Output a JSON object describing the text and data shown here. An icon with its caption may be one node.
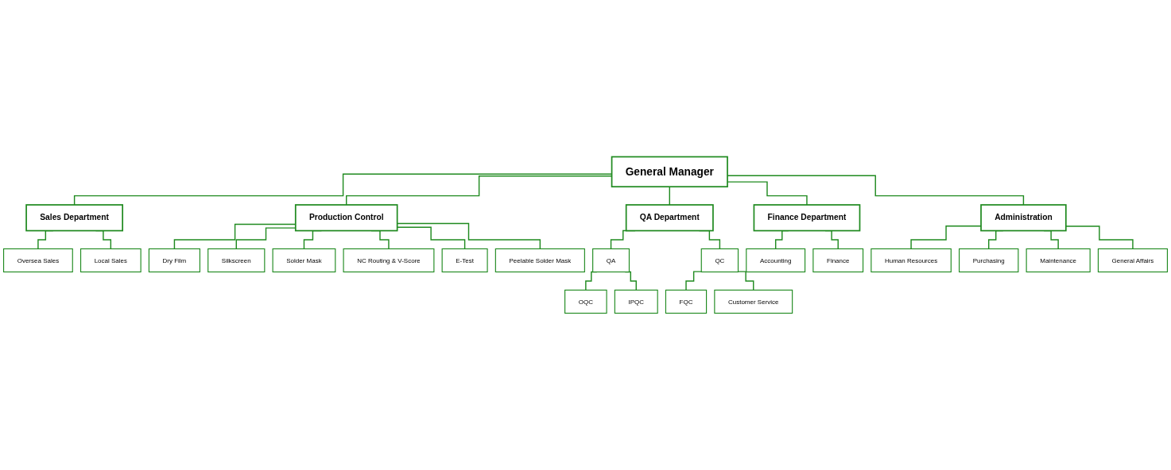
{
  "diagram": {
    "nodes": [
      {
        "text": [
          "General Manager"
        ]
      },
      {
        "text": [
          "Sales Department"
        ]
      },
      {
        "text": [
          "Production Control"
        ]
      },
      {
        "text": [
          "QA Department"
        ]
      },
      {
        "text": [
          "Finance Department"
        ]
      },
      {
        "text": [
          "Administration"
        ]
      },
      {
        "text": [
          "Oversea Sales"
        ]
      },
      {
        "text": [
          "Local Sales"
        ]
      },
      {
        "text": [
          "Dry Film"
        ]
      },
      {
        "text": [
          "Silkscreen"
        ]
      },
      {
        "text": [
          "Solder Mask"
        ]
      },
      {
        "text": [
          "NC Routing & V-Score"
        ]
      },
      {
        "text": [
          "E-Test"
        ]
      },
      {
        "text": [
          "Peelable Solder Mask"
        ]
      },
      {
        "text": [
          "QA"
        ]
      },
      {
        "text": [
          "OQC"
        ]
      },
      {
        "text": [
          "IPQC"
        ]
      },
      {
        "text": [
          "QC"
        ]
      },
      {
        "text": [
          "FQC"
        ]
      },
      {
        "text": [
          "Customer Service"
        ]
      },
      {
        "text": [
          "Accounting"
        ]
      },
      {
        "text": [
          "Finance"
        ]
      },
      {
        "text": [
          "Human Resources"
        ]
      },
      {
        "text": [
          "Purchasing"
        ]
      },
      {
        "text": [
          "Maintenance"
        ]
      },
      {
        "text": [
          "General Affairs"
        ]
      }
    ],
    "edges": [
      {
        "from": 0,
        "to": 1,
        "arrow": "none"
      },
      {
        "from": 0,
        "to": 2,
        "arrow": "none"
      },
      {
        "from": 0,
        "to": 3,
        "arrow": "none"
      },
      {
        "from": 0,
        "to": 4,
        "arrow": "none"
      },
      {
        "from": 0,
        "to": 5,
        "arrow": "none"
      },
      {
        "from": 1,
        "to": 6,
        "arrow": "none"
      },
      {
        "from": 1,
        "to": 7,
        "arrow": "none"
      },
      {
        "from": 2,
        "to": 8,
        "arrow": "none"
      },
      {
        "from": 2,
        "to": 9,
        "arrow": "none"
      },
      {
        "from": 2,
        "to": 10,
        "arrow": "none"
      },
      {
        "from": 2,
        "to": 11,
        "arrow": "none"
      },
      {
        "from": 2,
        "to": 12,
        "arrow": "none"
      },
      {
        "from": 2,
        "to": 13,
        "arrow": "none"
      },
      {
        "from": 3,
        "to": 14,
        "arrow": "none"
      },
      {
        "from": 14,
        "to": 15,
        "arrow": "none"
      },
      {
        "from": 14,
        "to": 16,
        "arrow": "none"
      },
      {
        "from": 3,
        "to": 17,
        "arrow": "none"
      },
      {
        "from": 17,
        "to": 18,
        "arrow": "none"
      },
      {
        "from": 17,
        "to": 19,
        "arrow": "none"
      },
      {
        "from": 4,
        "to": 20,
        "arrow": "none"
      },
      {
        "from": 4,
        "to": 21,
        "arrow": "none"
      },
      {
        "from": 5,
        "to": 22,
        "arrow": "none"
      },
      {
        "from": 5,
        "to": 23,
        "arrow": "none"
      },
      {
        "from": 5,
        "to": 24,
        "arrow": "none"
      },
      {
        "from": 5,
        "to": 25,
        "arrow": "none"
      }
    ]
  }
}
